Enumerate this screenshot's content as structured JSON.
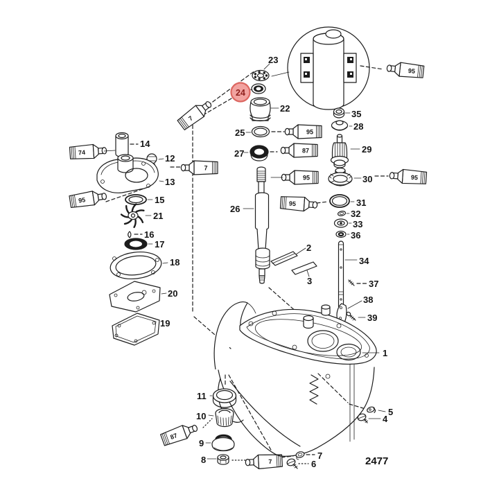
{
  "figure": {
    "drawing_number": "2477"
  },
  "highlight": {
    "callout": "24",
    "circle_fill": "#F2A3A0",
    "circle_stroke": "#DC6660",
    "text_color": "#8E1F1C"
  },
  "colors": {
    "line": "#1C1C1C",
    "background": "#FFFFFF"
  },
  "callouts": {
    "c1": "1",
    "c2": "2",
    "c3": "3",
    "c4": "4",
    "c5": "5",
    "c6": "6",
    "c7": "7",
    "c8": "8",
    "c9": "9",
    "c10": "10",
    "c11": "11",
    "c12": "12",
    "c13": "13",
    "c14": "14",
    "c15": "15",
    "c16": "16",
    "c17": "17",
    "c18": "18",
    "c19": "19",
    "c20": "20",
    "c21": "21",
    "c22": "22",
    "c23": "23",
    "c24": "24",
    "c25": "25",
    "c26": "26",
    "c27": "27",
    "c28": "28",
    "c29": "29",
    "c30": "30",
    "c31": "31",
    "c32": "32",
    "c33": "33",
    "c34": "34",
    "c35": "35",
    "c36": "36",
    "c37": "37",
    "c38": "38",
    "c39": "39"
  },
  "tubes": {
    "t7": "7",
    "t74": "74",
    "t87": "87",
    "t95": "95"
  }
}
